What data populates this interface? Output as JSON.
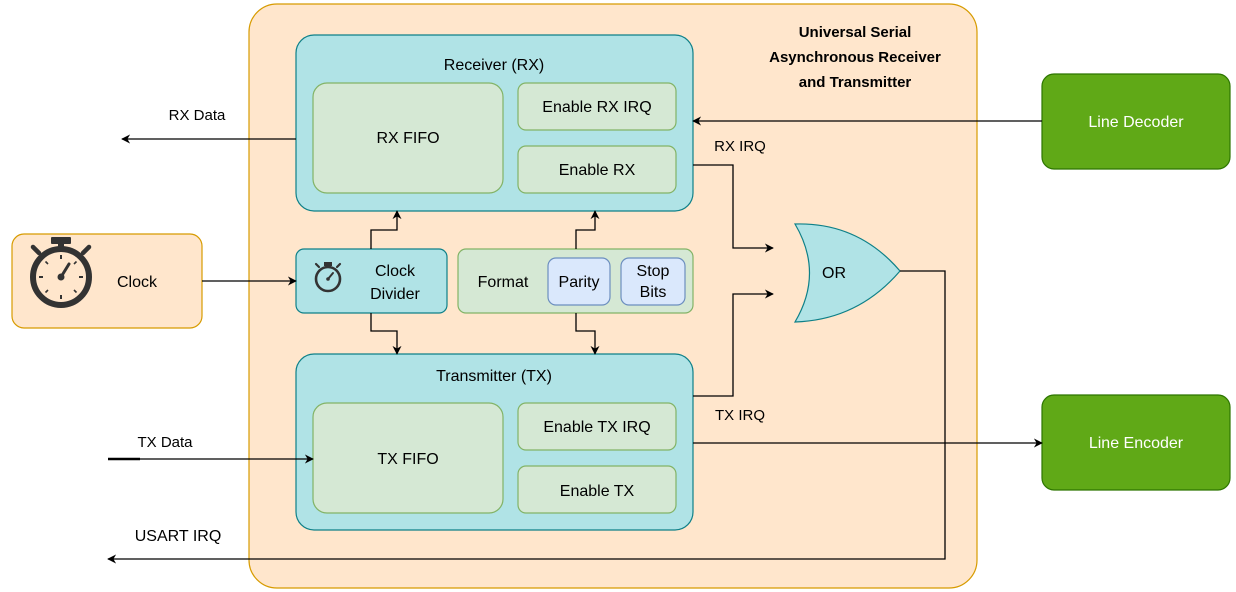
{
  "usart": {
    "title_line1": "Universal Serial",
    "title_line2": "Asynchronous Receiver",
    "title_line3": "and Transmitter"
  },
  "receiver": {
    "title": "Receiver (RX)",
    "fifo": "RX FIFO",
    "enable_irq": "Enable RX IRQ",
    "enable": "Enable RX"
  },
  "transmitter": {
    "title": "Transmitter (TX)",
    "fifo": "TX FIFO",
    "enable_irq": "Enable TX IRQ",
    "enable": "Enable TX"
  },
  "clock_divider": {
    "line1": "Clock",
    "line2": "Divider",
    "icon": "stopwatch-icon"
  },
  "format": {
    "label": "Format",
    "parity": "Parity",
    "stop_line1": "Stop",
    "stop_line2": "Bits"
  },
  "or_gate": {
    "label": "OR"
  },
  "clock": {
    "label": "Clock",
    "icon": "stopwatch-icon"
  },
  "line_decoder": {
    "label": "Line Decoder"
  },
  "line_encoder": {
    "label": "Line Encoder"
  },
  "signals": {
    "rx_data": "RX Data",
    "tx_data": "TX Data",
    "usart_irq": "USART IRQ",
    "rx_irq": "RX IRQ",
    "tx_irq": "TX IRQ"
  },
  "colors": {
    "usart_fill": "#ffe6cc",
    "usart_stroke": "#d79b00",
    "block_fill": "#b0e3e6",
    "block_stroke": "#0e8088",
    "inner_fill": "#d5e8d4",
    "inner_stroke": "#82b366",
    "option_fill": "#dae8fc",
    "option_stroke": "#6c8ebf",
    "external_fill": "#60a917",
    "external_stroke": "#2d7600"
  }
}
